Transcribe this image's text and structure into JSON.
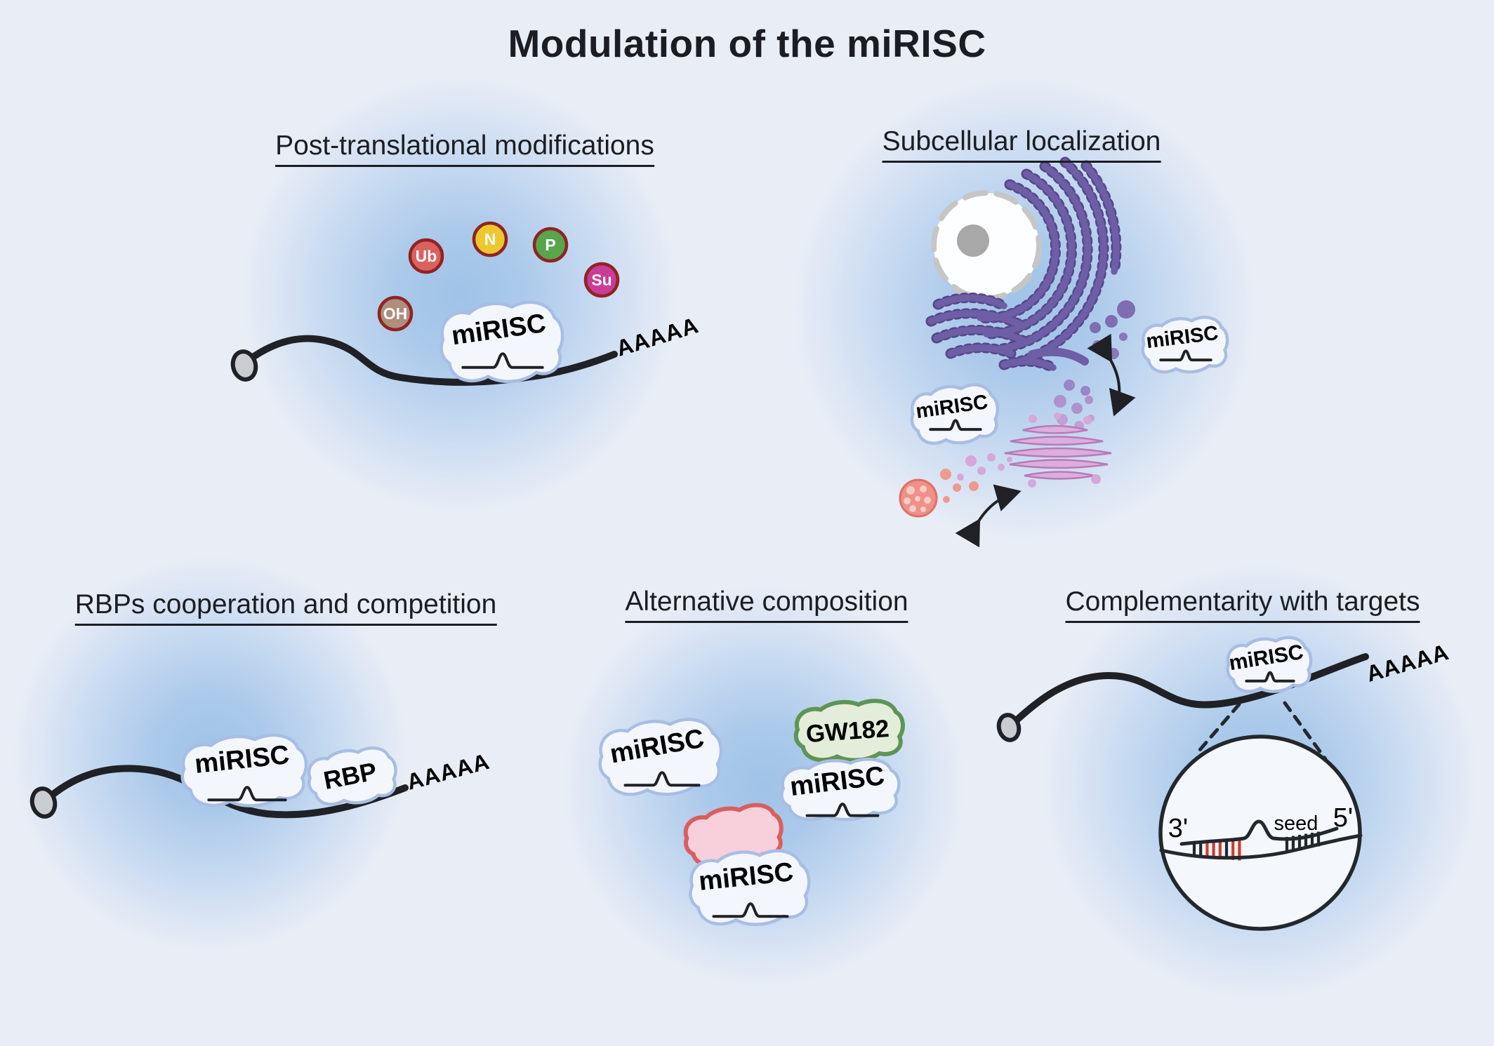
{
  "title": "Modulation of the miRISC",
  "panels": {
    "ptm": {
      "heading": "Post-translational modifications",
      "mirisc_label": "miRISC",
      "polya_label": "AAAAA",
      "badges": [
        {
          "label": "Ub",
          "fill": "#d9615e"
        },
        {
          "label": "N",
          "fill": "#eec730"
        },
        {
          "label": "P",
          "fill": "#58a54c"
        },
        {
          "label": "Su",
          "fill": "#c93c98"
        },
        {
          "label": "OH",
          "fill": "#b08d7d"
        }
      ]
    },
    "localization": {
      "heading": "Subcellular localization",
      "mirisc_left_label": "miRISC",
      "mirisc_right_label": "miRISC"
    },
    "rbp": {
      "heading": "RBPs cooperation and competition",
      "mirisc_label": "miRISC",
      "rbp_label": "RBP",
      "polya_label": "AAAAA"
    },
    "composition": {
      "heading": "Alternative composition",
      "gw182_label": "GW182",
      "mirisc_top_label": "miRISC",
      "mirisc_right_label": "miRISC",
      "mirisc_bottom_label": "miRISC"
    },
    "targets": {
      "heading": "Complementarity with targets",
      "mirisc_label": "miRISC",
      "polya_label": "AAAAA",
      "three_prime_label": "3'",
      "seed_label": "seed",
      "five_prime_label": "5'",
      "pairing_3p": [
        "black",
        "black",
        "red",
        "red",
        "red",
        "black",
        "red",
        "red"
      ],
      "pairing_seed": [
        "black",
        "black",
        "black",
        "black",
        "black",
        "black"
      ]
    }
  },
  "colors": {
    "background": "#e9edf6",
    "glow_blue": "#9fc3e7",
    "mrna_black": "#1f2126",
    "blob_fill": "#f3f7fd",
    "blob_border": "#a9bde4",
    "badge_border": "#8e2423",
    "gw182_fill": "#e3edd9",
    "gw182_border": "#5e9455",
    "pink_blob_fill": "#f7d0dc",
    "pink_blob_border": "#d95f5f",
    "er_purple": "#6e5ea6",
    "golgi_pink": "#dcaede",
    "pbody_salmon": "#ee9188",
    "mismatch_red": "#d03b2f"
  }
}
